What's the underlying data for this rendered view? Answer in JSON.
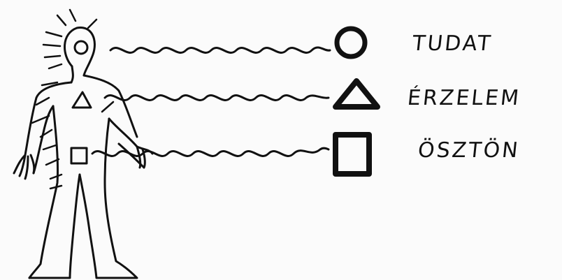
{
  "labels": {
    "mind": "TUDAT",
    "emotion": "ÉRZELEM",
    "instinct": "ÖSZTÖN"
  },
  "colors": {
    "ink": "#111111",
    "paper": "#fbfbfb"
  }
}
